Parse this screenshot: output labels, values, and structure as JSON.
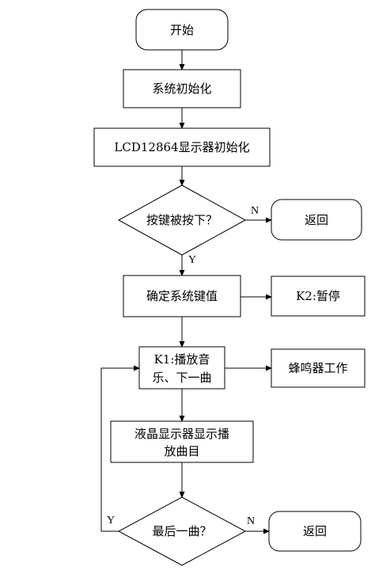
{
  "diagram": {
    "nodes": {
      "start": "开始",
      "sys_init": "系统初始化",
      "lcd_init": "LCD12864显示器初始化",
      "key_check": "按键被按下？",
      "return_1": "返回",
      "confirm_key": "确定系统键值",
      "k2": "K2:暂停",
      "k1_line1": "K1:播放音",
      "k1_line2": "乐、下一曲",
      "buzzer": "蜂鸣器工作",
      "lcd_show_line1": "液晶显示器显示播",
      "lcd_show_line2": "放曲目",
      "last_check": "最后一曲？",
      "return_2": "返回"
    },
    "edge_labels": {
      "key_no": "N",
      "key_yes": "Y",
      "last_yes": "Y",
      "last_no": "N"
    }
  }
}
